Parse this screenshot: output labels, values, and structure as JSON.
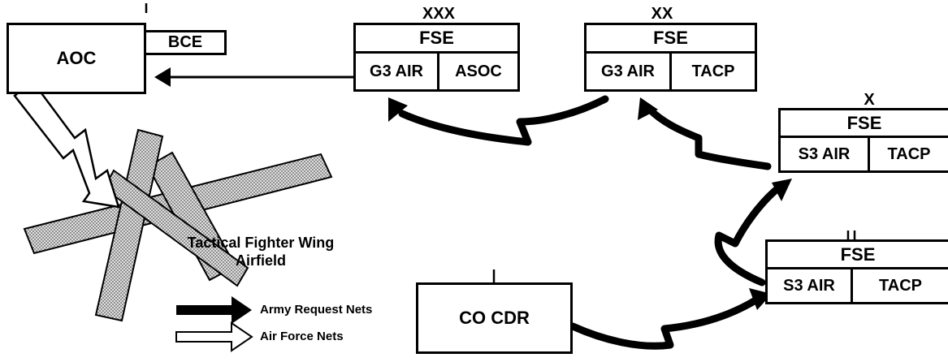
{
  "aoc": {
    "label": "AOC",
    "bce_label": "BCE"
  },
  "corps": {
    "echelon": "XXX",
    "header": "FSE",
    "left": "G3 AIR",
    "right": "ASOC"
  },
  "division": {
    "echelon": "XX",
    "header": "FSE",
    "left": "G3 AIR",
    "right": "TACP"
  },
  "brigade": {
    "echelon": "X",
    "header": "FSE",
    "left": "S3 AIR",
    "right": "TACP"
  },
  "battalion": {
    "echelon": "II",
    "header": "FSE",
    "left": "S3 AIR",
    "right": "TACP"
  },
  "company": {
    "echelon": "|",
    "label": "CO CDR"
  },
  "airfield": {
    "label_line1": "Tactical Fighter Wing",
    "label_line2": "Airfield"
  },
  "legend": {
    "army": "Army Request Nets",
    "airforce": "Air Force Nets"
  },
  "colors": {
    "line": "#000000",
    "airfield_fill": "#c8c8c8",
    "background": "#ffffff"
  }
}
